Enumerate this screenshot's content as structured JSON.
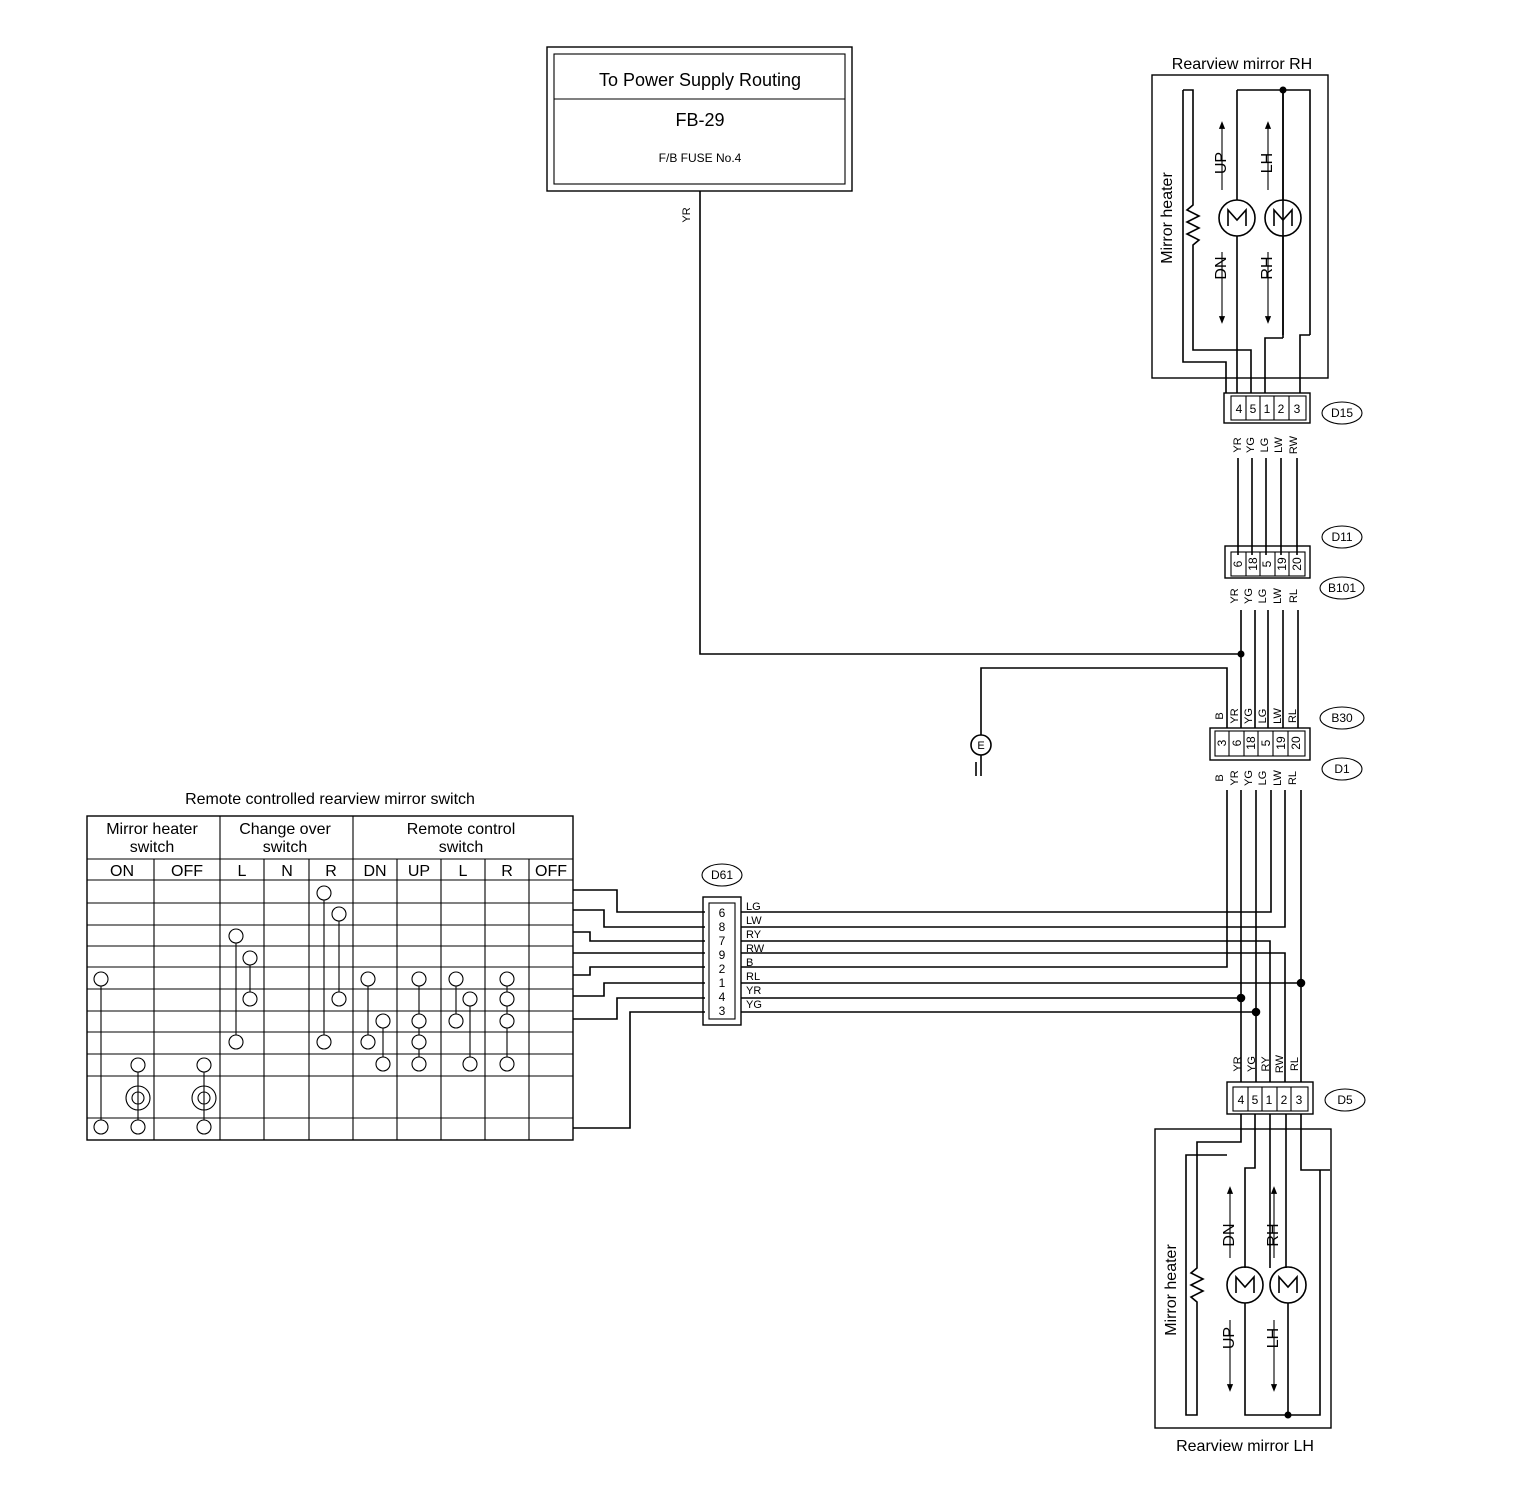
{
  "power_supply": {
    "title": "To Power Supply Routing",
    "ref": "FB-29",
    "fuse": "F/B FUSE No.4",
    "wire": "YR"
  },
  "mirror_rh": {
    "title": "Rearview mirror RH",
    "heater_label": "Mirror heater",
    "motor1_up": "UP",
    "motor1_down": "DN",
    "motor2_up": "LH",
    "motor2_down": "RH",
    "connector": "D15",
    "pins": [
      "4",
      "5",
      "1",
      "2",
      "3"
    ],
    "wires": [
      "YR",
      "YG",
      "LG",
      "LW",
      "RW"
    ]
  },
  "connector_d11_b101": {
    "top": "D11",
    "bottom": "B101",
    "pins": [
      "6",
      "18",
      "5",
      "19",
      "20"
    ],
    "wires": [
      "YR",
      "YG",
      "LG",
      "LW",
      "RL"
    ]
  },
  "ground_symbol": "E",
  "connector_b30_d1": {
    "top": "B30",
    "bottom": "D1",
    "pins": [
      "3",
      "6",
      "18",
      "5",
      "19",
      "20"
    ],
    "wires_top": [
      "B",
      "YR",
      "YG",
      "LG",
      "LW",
      "RL"
    ],
    "wires_bottom": [
      "B",
      "YR",
      "YG",
      "LG",
      "LW",
      "RL"
    ]
  },
  "switch": {
    "title": "Remote controlled rearview mirror switch",
    "groups": [
      {
        "name": "Mirror heater switch",
        "line1": "Mirror heater",
        "line2": "switch",
        "positions": [
          "ON",
          "OFF"
        ]
      },
      {
        "name": "Change over switch",
        "line1": "Change over",
        "line2": "switch",
        "positions": [
          "L",
          "N",
          "R"
        ]
      },
      {
        "name": "Remote control switch",
        "line1": "Remote control",
        "line2": "switch",
        "positions": [
          "DN",
          "UP",
          "L",
          "R",
          "OFF"
        ]
      }
    ]
  },
  "connector_d61": {
    "name": "D61",
    "pins": [
      "6",
      "8",
      "7",
      "9",
      "2",
      "1",
      "4",
      "3"
    ],
    "wires": [
      "LG",
      "LW",
      "RY",
      "RW",
      "B",
      "RL",
      "YR",
      "YG"
    ]
  },
  "mirror_lh": {
    "title": "Rearview mirror LH",
    "heater_label": "Mirror heater",
    "motor1_up": "DN",
    "motor1_down": "UP",
    "motor2_up": "RH",
    "motor2_down": "LH",
    "connector": "D5",
    "pins": [
      "4",
      "5",
      "1",
      "2",
      "3"
    ],
    "wires": [
      "YR",
      "YG",
      "RY",
      "RW",
      "RL"
    ]
  }
}
